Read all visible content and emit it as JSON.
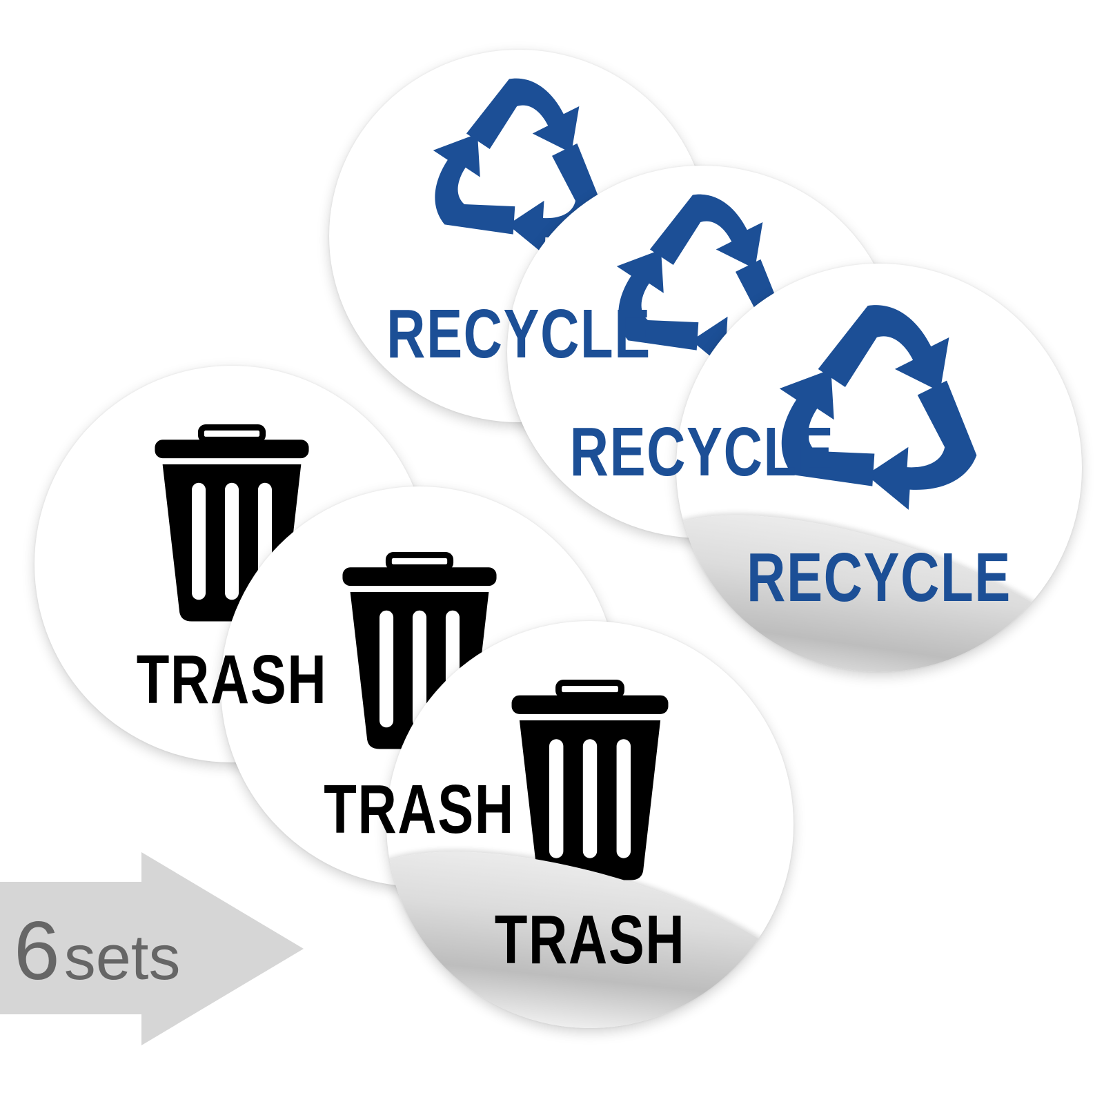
{
  "colors": {
    "recycle_blue": "#1c4f96",
    "trash_black": "#000000",
    "promo_arrow": "#d6d6d6",
    "promo_text": "#666666"
  },
  "stickers": [
    {
      "type": "recycle",
      "icon": "recycle-icon",
      "label": "RECYCLE"
    },
    {
      "type": "recycle",
      "icon": "recycle-icon",
      "label": "RECYCLE"
    },
    {
      "type": "recycle",
      "icon": "recycle-icon",
      "label": "RECYCLE"
    },
    {
      "type": "trash",
      "icon": "trash-can-icon",
      "label": "TRASH"
    },
    {
      "type": "trash",
      "icon": "trash-can-icon",
      "label": "TRASH"
    },
    {
      "type": "trash",
      "icon": "trash-can-icon",
      "label": "TRASH"
    }
  ],
  "promo": {
    "count": "6",
    "unit": "sets",
    "icon": "arrow-right-icon"
  }
}
